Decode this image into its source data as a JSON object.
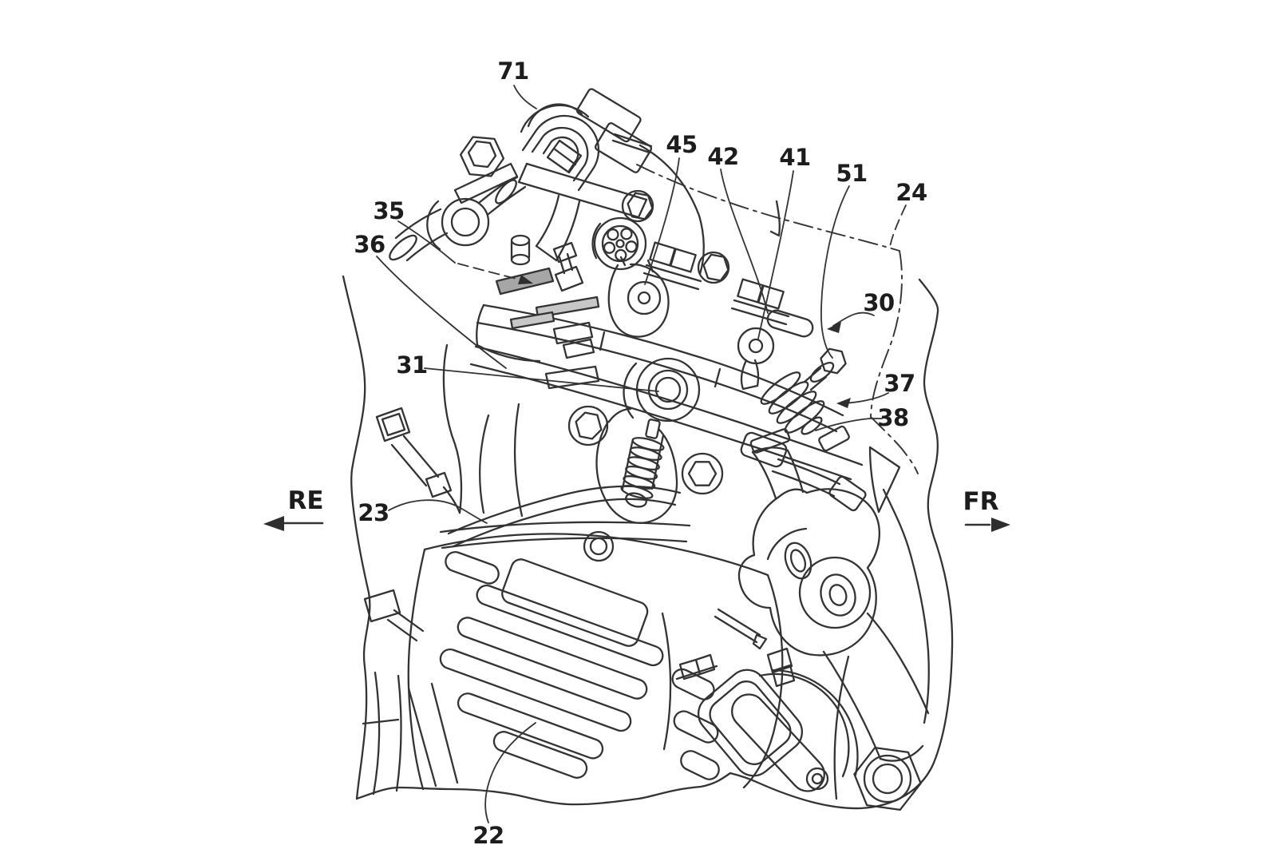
{
  "figure": {
    "kind": "patent-line-drawing",
    "subject": "motorcycle engine right-side view",
    "colors": {
      "background": "#ffffff",
      "line": "#333333",
      "shade": "#c7c7c7",
      "label_text": "#1d1d1d"
    },
    "part_labels": [
      {
        "text": "71"
      },
      {
        "text": "45"
      },
      {
        "text": "42"
      },
      {
        "text": "41"
      },
      {
        "text": "51"
      },
      {
        "text": "24"
      },
      {
        "text": "30"
      },
      {
        "text": "35"
      },
      {
        "text": "36"
      },
      {
        "text": "31"
      },
      {
        "text": "37"
      },
      {
        "text": "38"
      },
      {
        "text": "23"
      },
      {
        "text": "22"
      }
    ],
    "direction_indicators": [
      {
        "text": "RE",
        "direction": "left"
      },
      {
        "text": "FR",
        "direction": "right"
      }
    ]
  }
}
